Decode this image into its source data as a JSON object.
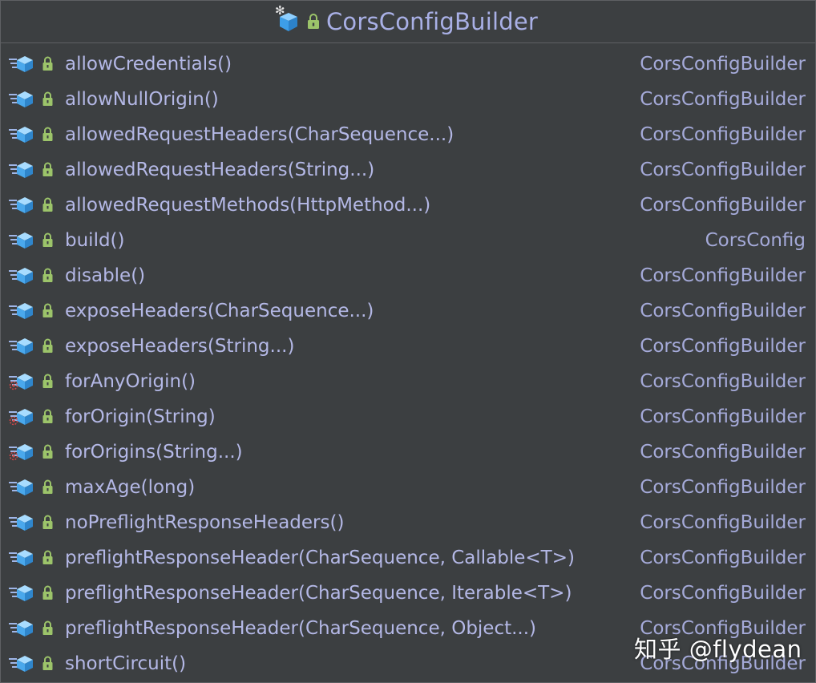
{
  "header": {
    "title": "CorsConfigBuilder",
    "icons": [
      "static-snowflake-icon",
      "class-cube-icon",
      "lock-icon"
    ]
  },
  "methods": [
    {
      "name": "allowCredentials()",
      "type": "CorsConfigBuilder",
      "static": false
    },
    {
      "name": "allowNullOrigin()",
      "type": "CorsConfigBuilder",
      "static": false
    },
    {
      "name": "allowedRequestHeaders(CharSequence...)",
      "type": "CorsConfigBuilder",
      "static": false
    },
    {
      "name": "allowedRequestHeaders(String...)",
      "type": "CorsConfigBuilder",
      "static": false
    },
    {
      "name": "allowedRequestMethods(HttpMethod...)",
      "type": "CorsConfigBuilder",
      "static": false
    },
    {
      "name": "build()",
      "type": "CorsConfig",
      "static": false
    },
    {
      "name": "disable()",
      "type": "CorsConfigBuilder",
      "static": false
    },
    {
      "name": "exposeHeaders(CharSequence...)",
      "type": "CorsConfigBuilder",
      "static": false
    },
    {
      "name": "exposeHeaders(String...)",
      "type": "CorsConfigBuilder",
      "static": false
    },
    {
      "name": "forAnyOrigin()",
      "type": "CorsConfigBuilder",
      "static": true
    },
    {
      "name": "forOrigin(String)",
      "type": "CorsConfigBuilder",
      "static": true
    },
    {
      "name": "forOrigins(String...)",
      "type": "CorsConfigBuilder",
      "static": true
    },
    {
      "name": "maxAge(long)",
      "type": "CorsConfigBuilder",
      "static": false
    },
    {
      "name": "noPreflightResponseHeaders()",
      "type": "CorsConfigBuilder",
      "static": false
    },
    {
      "name": "preflightResponseHeader(CharSequence, Callable<T>)",
      "type": "CorsConfigBuilder",
      "static": false
    },
    {
      "name": "preflightResponseHeader(CharSequence, Iterable<T>)",
      "type": "CorsConfigBuilder",
      "static": false
    },
    {
      "name": "preflightResponseHeader(CharSequence, Object...)",
      "type": "CorsConfigBuilder",
      "static": false
    },
    {
      "name": "shortCircuit()",
      "type": "CorsConfigBuilder",
      "static": false
    }
  ],
  "watermark": "知乎 @flydean",
  "colors": {
    "background": "#3c3f41",
    "border": "#5e6063",
    "text": "#b4b8e6",
    "cube": "#4aa8ec",
    "lock": "#9cc46a",
    "static_marker": "#d04848"
  }
}
